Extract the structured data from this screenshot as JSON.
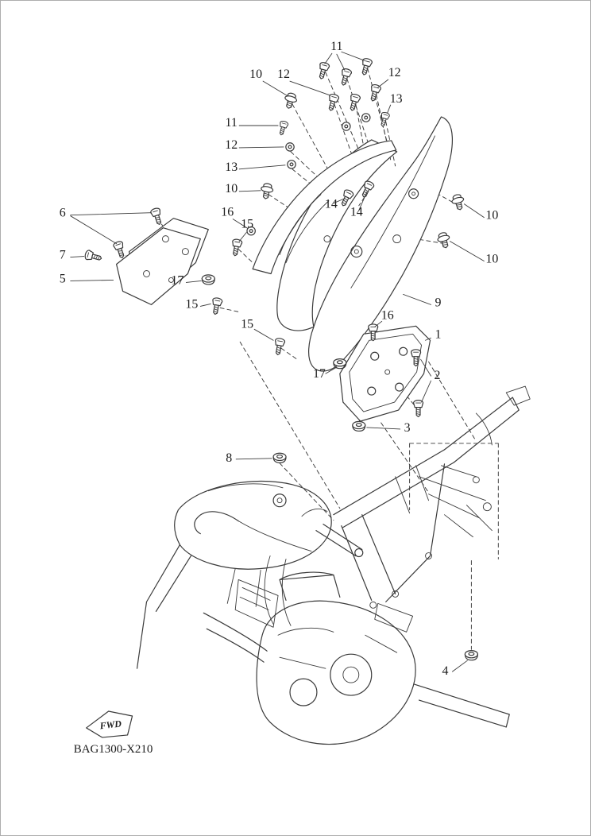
{
  "diagram": {
    "code": "BAG1300-X210",
    "fwd_label": "FWD",
    "line_color": "#3a3a3a",
    "background": "#ffffff",
    "description": "Exploded parts diagram: motorcycle side cover / seat cowl assembly with numbered fastener callouts"
  },
  "callouts": [
    {
      "text": "11"
    },
    {
      "text": "10"
    },
    {
      "text": "12"
    },
    {
      "text": "12"
    },
    {
      "text": "13"
    },
    {
      "text": "11"
    },
    {
      "text": "12"
    },
    {
      "text": "13"
    },
    {
      "text": "10"
    },
    {
      "text": "14"
    },
    {
      "text": "14"
    },
    {
      "text": "10"
    },
    {
      "text": "10"
    },
    {
      "text": "6"
    },
    {
      "text": "16"
    },
    {
      "text": "15"
    },
    {
      "text": "7"
    },
    {
      "text": "5"
    },
    {
      "text": "17"
    },
    {
      "text": "15"
    },
    {
      "text": "15"
    },
    {
      "text": "16"
    },
    {
      "text": "9"
    },
    {
      "text": "1"
    },
    {
      "text": "2"
    },
    {
      "text": "17"
    },
    {
      "text": "3"
    },
    {
      "text": "8"
    },
    {
      "text": "4"
    }
  ]
}
